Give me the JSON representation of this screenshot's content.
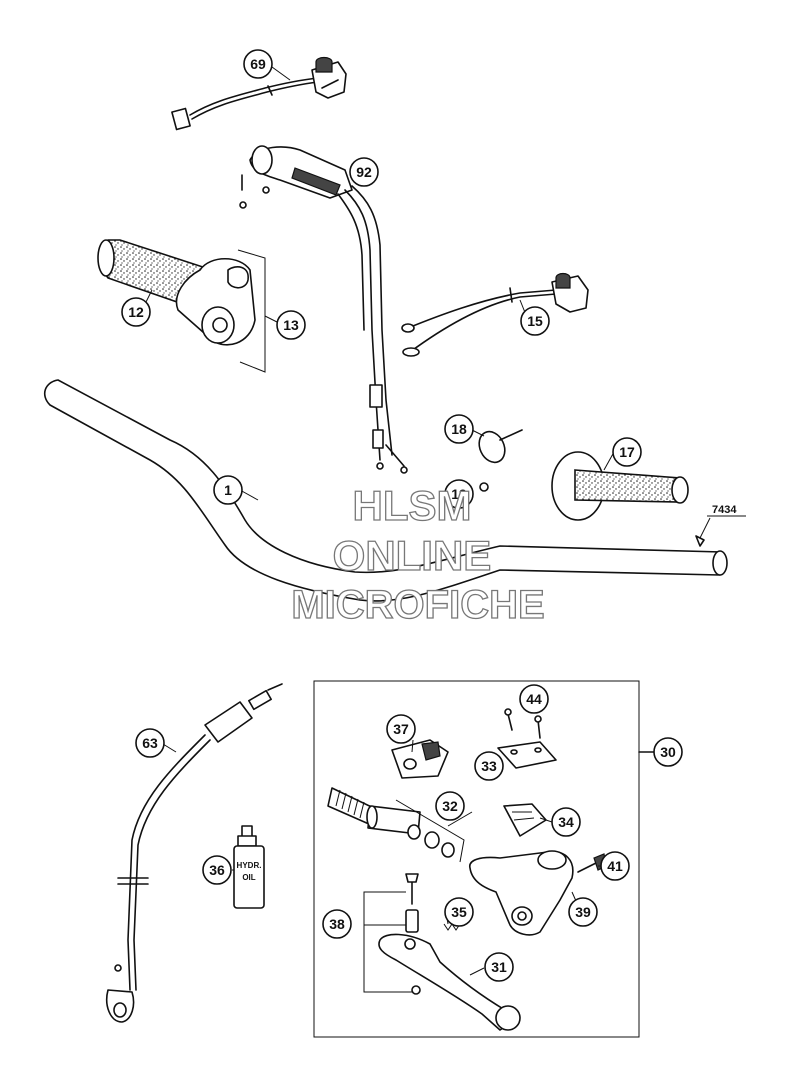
{
  "callouts": {
    "c69": "69",
    "c92": "92",
    "c12": "12",
    "c13": "13",
    "c15": "15",
    "c18": "18",
    "c17": "17",
    "c1": "1",
    "c19": "19",
    "c63": "63",
    "c36": "36",
    "c30": "30",
    "c44": "44",
    "c37": "37",
    "c33": "33",
    "c32": "32",
    "c34": "34",
    "c41": "41",
    "c39": "39",
    "c38": "38",
    "c35": "35",
    "c31": "31"
  },
  "reference_label": "7434",
  "oil_bottle_label": [
    "HYDR.",
    "OIL"
  ],
  "watermark": {
    "line1": "HLSM",
    "line2": "ONLINE",
    "line3": "MICROFICHE"
  }
}
